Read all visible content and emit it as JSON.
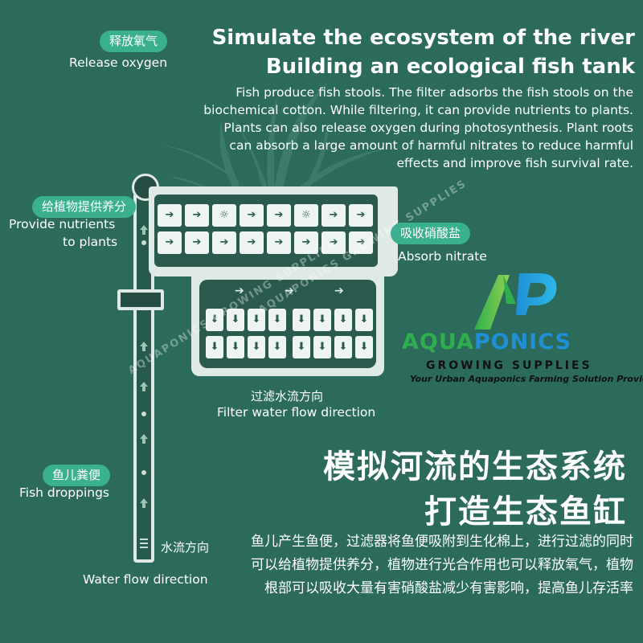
{
  "heading": {
    "line1": "Simulate the ecosystem of the river",
    "line2": "Building an ecological fish tank"
  },
  "description_en": "Fish produce fish stools. The filter adsorbs the fish stools on the biochemical cotton. While filtering, it can provide nutrients to plants. Plants can also release oxygen during photosynthesis. Plant roots can absorb a large amount of harmful nitrates to reduce harmful effects and improve fish survival rate.",
  "labels": {
    "release_oxygen": {
      "cn": "释放氧气",
      "en": "Release oxygen"
    },
    "provide_nutrients": {
      "cn": "给植物提供养分",
      "en_line1": "Provide nutrients",
      "en_line2": "to plants"
    },
    "absorb_nitrate": {
      "cn": "吸收硝酸盐",
      "en": "Absorb nitrate"
    },
    "filter_flow": {
      "cn": "过滤水流方向",
      "en": "Filter water flow direction"
    },
    "fish_droppings": {
      "cn": "鱼儿粪便",
      "en": "Fish droppings"
    },
    "water_flow": {
      "cn": "水流方向",
      "en": "Water flow direction"
    }
  },
  "heading_cn": {
    "line1": "模拟河流的生态系统",
    "line2": "打造生态鱼缸"
  },
  "description_cn": "鱼儿产生鱼便，过滤器将鱼便吸附到生化棉上，进行过滤的同时可以给植物提供养分，植物进行光合作用也可以释放氧气，植物根部可以吸收大量有害硝酸盐减少有害影响，提高鱼儿存活率",
  "brand": {
    "logo_letters": "AP",
    "name_part1": "AQUA",
    "name_part2": "PONICS",
    "sub": "GROWING SUPPLIES",
    "tagline": "Your Urban Aquaponics Farming Solution Provider",
    "watermark": "AQUAPONICS GROWING SUPPLIES"
  },
  "colors": {
    "background": "#2c6b5c",
    "pill": "#3bb08f",
    "tank": "#dfe9e5",
    "pipe": "#254d43",
    "brand_green": "#2fae4e",
    "brand_blue": "#1f8fd6"
  }
}
